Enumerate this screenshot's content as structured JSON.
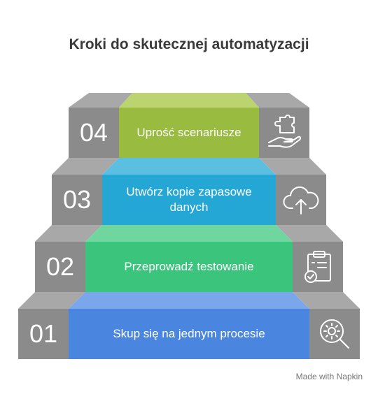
{
  "title": "Kroki do skutecznej automatyzacji",
  "steps": [
    {
      "number": "04",
      "label": "Uprość scenariusze",
      "icon": "puzzle-hand-icon",
      "color": "#99bb3f"
    },
    {
      "number": "03",
      "label": "Utwórz kopie zapasowe danych",
      "icon": "cloud-upload-icon",
      "color": "#24a7d5"
    },
    {
      "number": "02",
      "label": "Przeprowadź testowanie",
      "icon": "clipboard-check-icon",
      "color": "#3bc47c"
    },
    {
      "number": "01",
      "label": "Skup się na jednym procesie",
      "icon": "gear-search-icon",
      "color": "#4a86e0"
    }
  ],
  "colors": {
    "side": "#8b8b8b",
    "side_top": "#a8a8a8"
  },
  "branding": "Made with Napkin"
}
